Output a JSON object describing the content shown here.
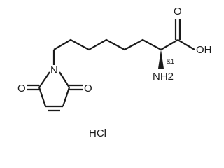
{
  "molecule": {
    "atoms": {
      "carboxyl_o": "O",
      "hydroxyl": "OH",
      "amine": "NH2",
      "ring_n": "N",
      "carbonyl_o_left": "O",
      "carbonyl_o_right": "O",
      "salt": "HCl"
    },
    "stereo_label": "&1"
  }
}
